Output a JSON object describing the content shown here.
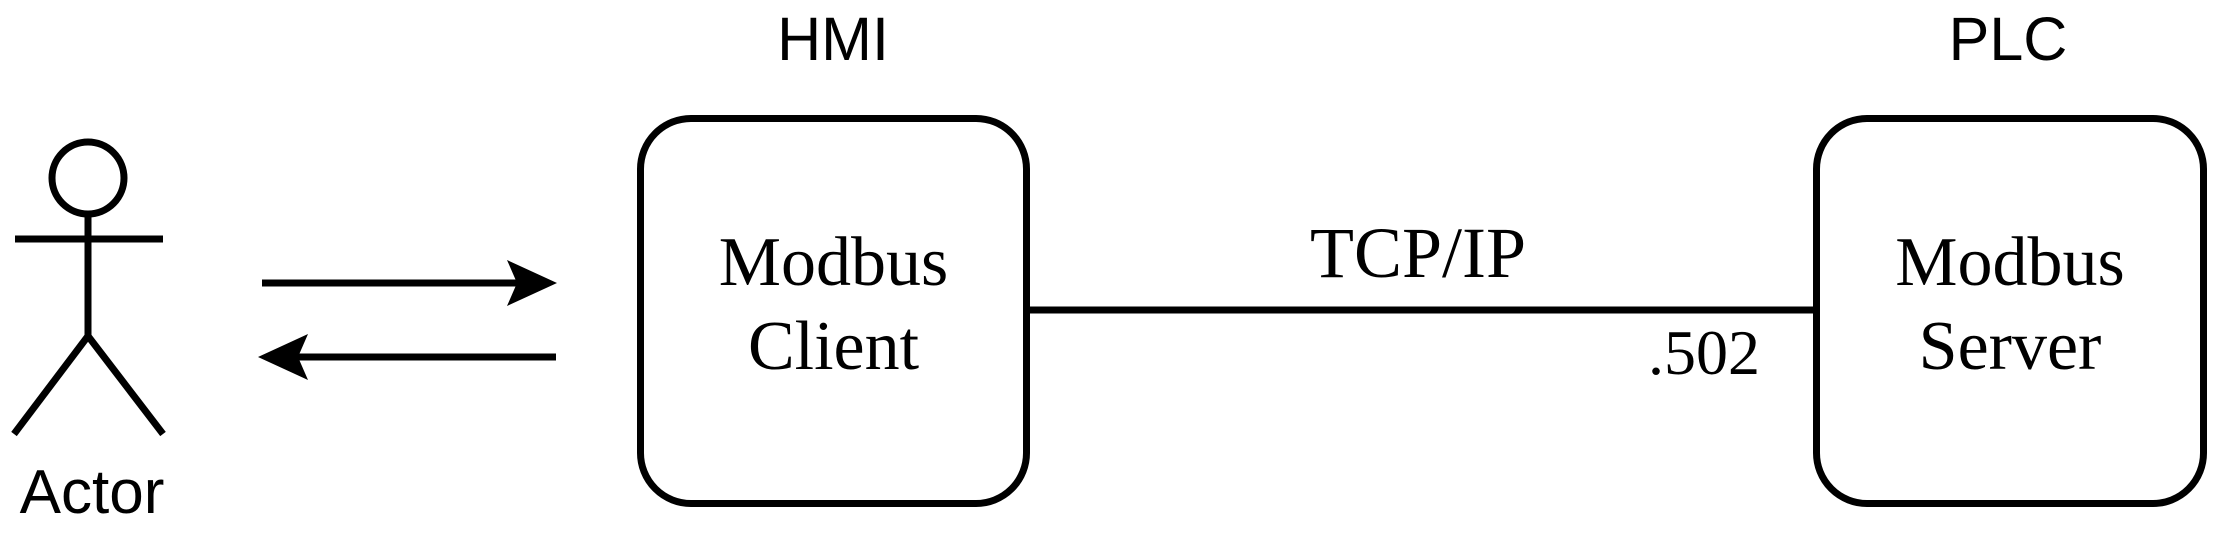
{
  "diagram": {
    "type": "network-architecture",
    "description_visible_text_only": true
  },
  "colors": {
    "ink": "#000000",
    "background": "#ffffff"
  },
  "actor": {
    "label": "Actor"
  },
  "hmi_node": {
    "device_label": "HMI",
    "role_line1": "Modbus",
    "role_line2": "Client"
  },
  "plc_node": {
    "device_label": "PLC",
    "role_line1": "Modbus",
    "role_line2": "Server"
  },
  "connection": {
    "protocol_label": "TCP/IP",
    "port_label": ".502"
  }
}
